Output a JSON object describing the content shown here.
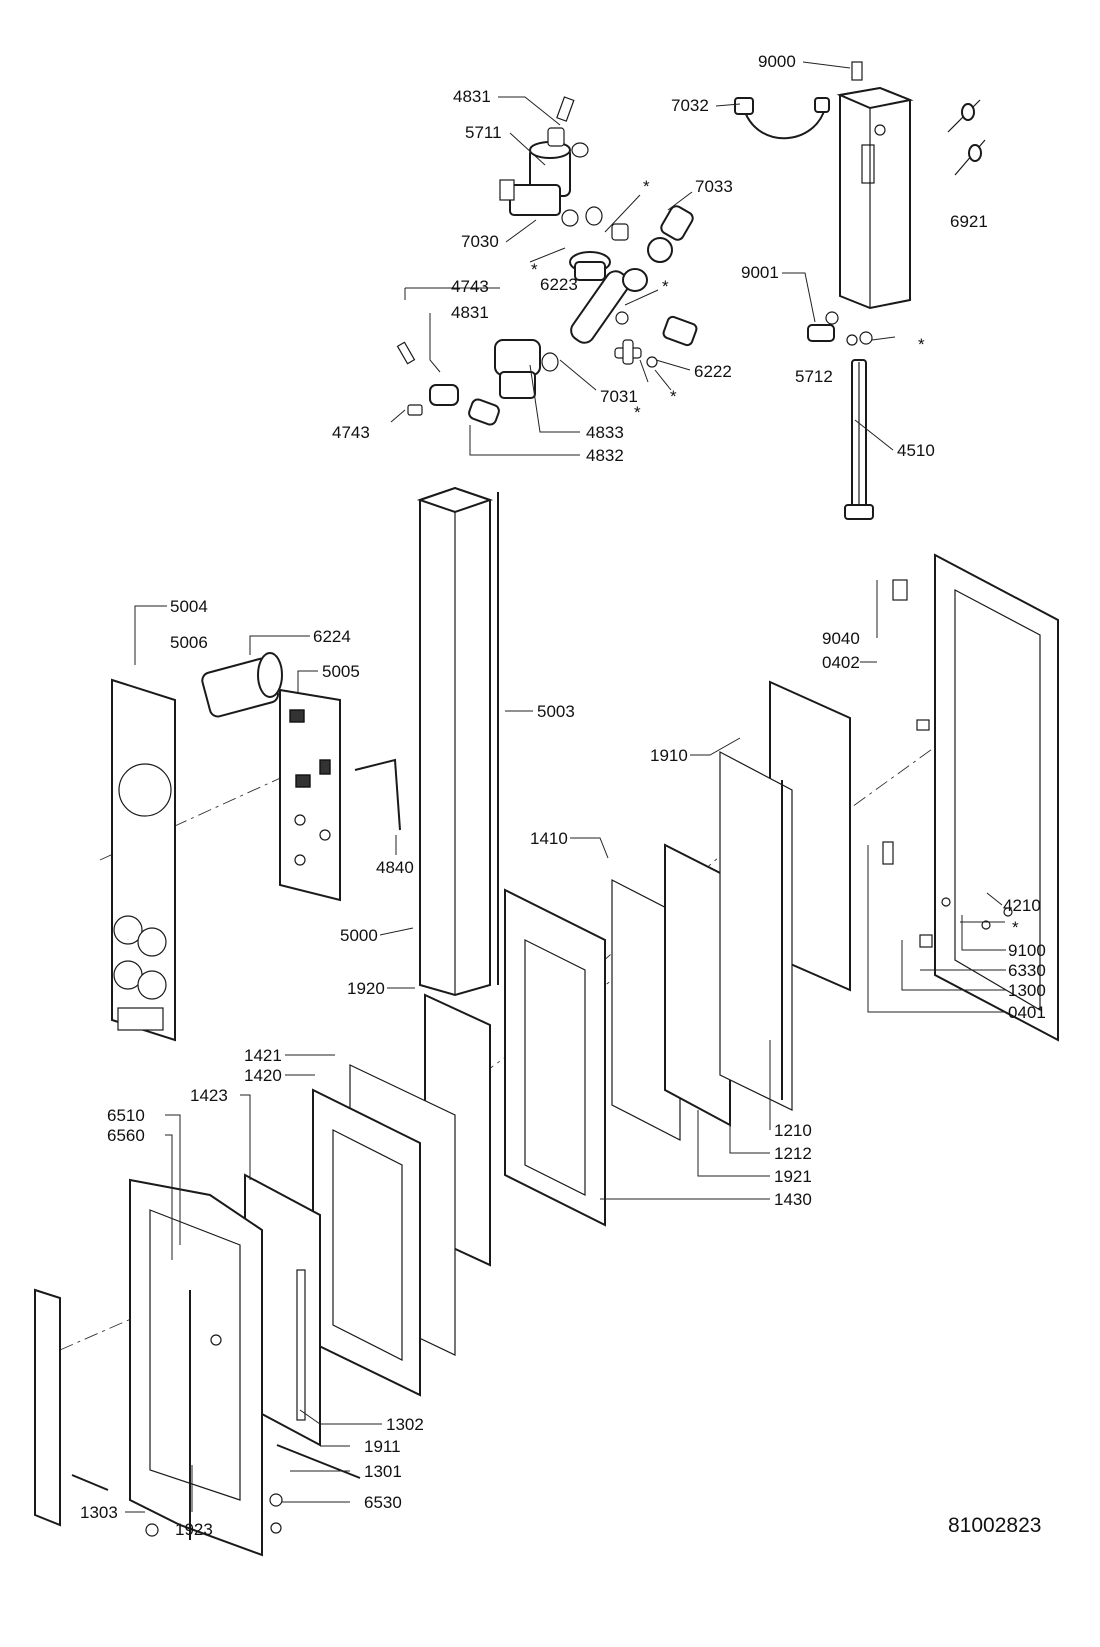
{
  "drawing_number": "81002823",
  "callouts": {
    "c9000": "9000",
    "c4831a": "4831",
    "c5711": "5711",
    "c7032": "7032",
    "cstar1": "*",
    "c7033": "7033",
    "c6921": "6921",
    "c7030": "7030",
    "cstar2": "*",
    "c6223": "6223",
    "c4743a": "4743",
    "c4831b": "4831",
    "cstar3": "*",
    "c9001": "9001",
    "cstar4": "*",
    "c6222": "6222",
    "c5712": "5712",
    "c7031": "7031",
    "cstar5": "*",
    "cstar6": "*",
    "c4743b": "4743",
    "c4833": "4833",
    "c4832": "4832",
    "c4510": "4510",
    "c5004": "5004",
    "c5006": "5006",
    "c6224": "6224",
    "c5005": "5005",
    "c9040": "9040",
    "c0402": "0402",
    "c5003": "5003",
    "c1910": "1910",
    "c1410": "1410",
    "c4840": "4840",
    "c4210": "4210",
    "cstar7": "*",
    "c5000": "5000",
    "c9100": "9100",
    "c6330": "6330",
    "c1920": "1920",
    "c1300": "1300",
    "c0401": "0401",
    "c1421": "1421",
    "c1420": "1420",
    "c1423": "1423",
    "c6510": "6510",
    "c6560": "6560",
    "c1210": "1210",
    "c1212": "1212",
    "c1921": "1921",
    "c1430": "1430",
    "c1302": "1302",
    "c1911": "1911",
    "c1301": "1301",
    "c6530": "6530",
    "c1303": "1303",
    "c1923": "1923"
  }
}
